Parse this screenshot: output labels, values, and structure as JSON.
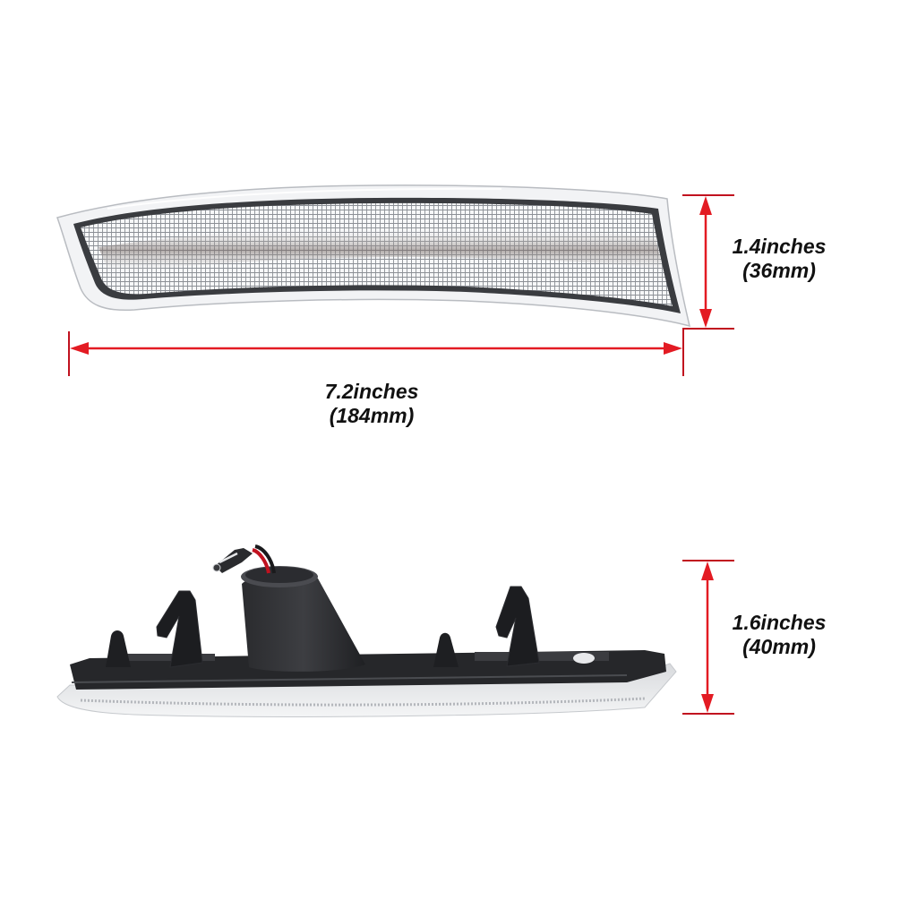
{
  "image": {
    "description": "Product dimension diagram of a clear LED side marker light, front view and side view",
    "background": "#ffffff",
    "accent_color": "#e31b23",
    "line_color": "#c1121f",
    "text_color": "#111111"
  },
  "top_view": {
    "product": "clear-lens-side-marker-front",
    "height_dimension": {
      "inches": "1.4inches",
      "mm": "(36mm)"
    },
    "width_dimension": {
      "inches": "7.2inches",
      "mm": "(184mm)"
    }
  },
  "bottom_view": {
    "product": "side-marker-rear-housing",
    "height_dimension": {
      "inches": "1.6inches",
      "mm": "(40mm)"
    }
  }
}
